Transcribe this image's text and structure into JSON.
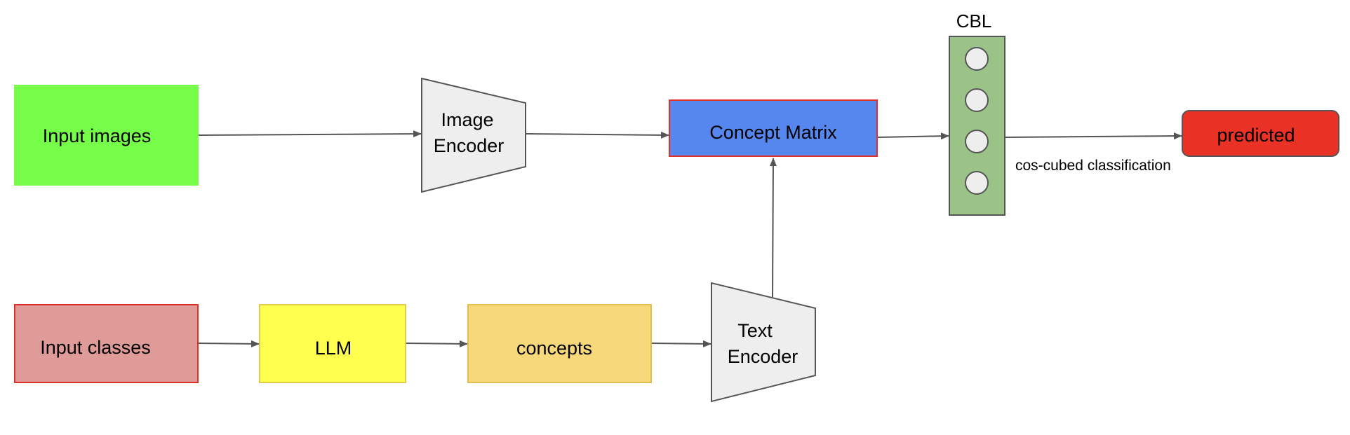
{
  "nodes": {
    "input_images": {
      "label": "Input images",
      "fill": "#76fd4a",
      "stroke": "#76fd4a"
    },
    "image_encoder": {
      "line1": "Image",
      "line2": "Encoder",
      "fill": "#eeeeee",
      "stroke": "#555555"
    },
    "concept_matrix": {
      "label": "Concept Matrix",
      "fill": "#5687ee",
      "stroke": "#e0302a"
    },
    "cbl": {
      "label": "CBL",
      "fill": "#9cc387",
      "stroke": "#555555",
      "neuron_count": 4
    },
    "predicted": {
      "label": "predicted",
      "fill": "#e93225",
      "stroke": "#555555"
    },
    "input_classes": {
      "label": "Input classes",
      "fill": "#df9b98",
      "stroke": "#e0302a"
    },
    "llm": {
      "label": "LLM",
      "fill": "#ffff4f",
      "stroke": "#e0cb4a"
    },
    "concepts": {
      "label": "concepts",
      "fill": "#f7d87b",
      "stroke": "#e0c04a"
    },
    "text_encoder": {
      "line1": "Text",
      "line2": "Encoder",
      "fill": "#eeeeee",
      "stroke": "#555555"
    }
  },
  "edge_labels": {
    "cbl_to_predicted": "cos-cubed classification"
  },
  "colors": {
    "arrow": "#555555",
    "neuron_fill": "#eeeeee"
  }
}
